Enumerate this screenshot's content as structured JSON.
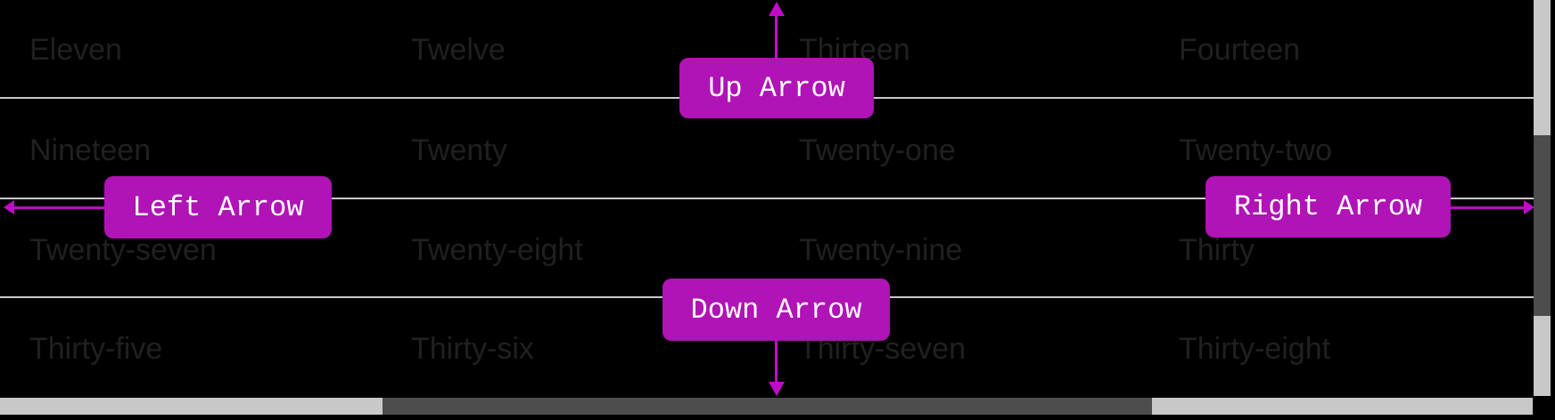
{
  "colors": {
    "accent_button": "#b013b6",
    "accent_arrow": "#c00cc8",
    "label_text": "#202020",
    "separator": "#c9c9c9",
    "scrollbar_track": "#c8c8c8",
    "scrollbar_thumb": "#4d4d4d",
    "button_text": "#ffffff",
    "bg": "#000000"
  },
  "grid": {
    "rows": [
      {
        "cells": [
          "Eleven",
          "Twelve",
          "Thirteen",
          "Fourteen"
        ]
      },
      {
        "cells": [
          "Nineteen",
          "Twenty",
          "Twenty-one",
          "Twenty-two"
        ]
      },
      {
        "cells": [
          "Twenty-seven",
          "Twenty-eight",
          "Twenty-nine",
          "Thirty"
        ]
      },
      {
        "cells": [
          "Thirty-five",
          "Thirty-six",
          "Thirty-seven",
          "Thirty-eight"
        ]
      }
    ]
  },
  "overlays": {
    "up": {
      "label": "Up Arrow"
    },
    "down": {
      "label": "Down Arrow"
    },
    "left": {
      "label": "Left Arrow"
    },
    "right": {
      "label": "Right Arrow"
    }
  },
  "icons": {
    "up_arrowhead": "triangle-up",
    "down_arrowhead": "triangle-down",
    "left_arrowhead": "triangle-left",
    "right_arrowhead": "triangle-right"
  }
}
